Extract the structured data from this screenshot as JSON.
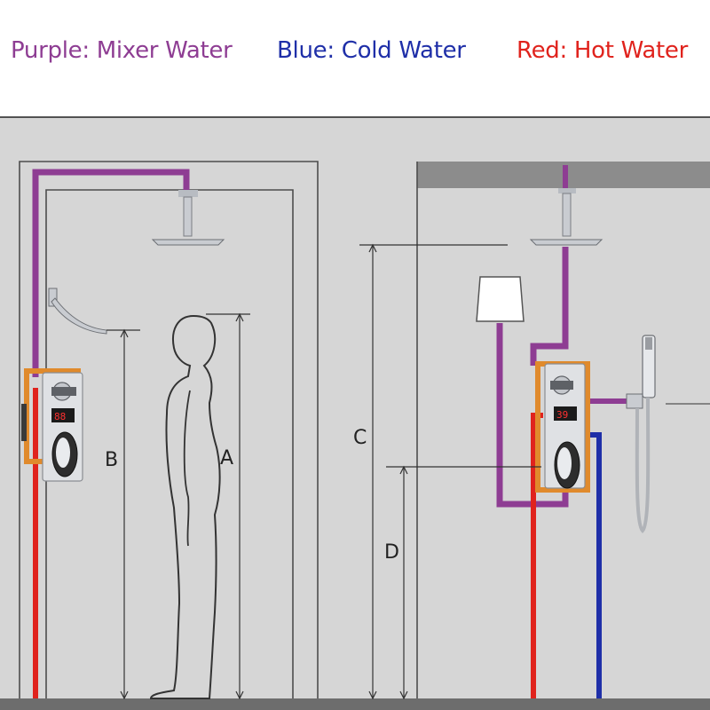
{
  "legend": {
    "mixer": {
      "label": "Purple: Mixer Water",
      "color": "#8e3d93"
    },
    "cold": {
      "label": "Blue: Cold Water",
      "color": "#1f2fa8"
    },
    "hot": {
      "label": "Red: Hot Water",
      "color": "#e0231d"
    }
  },
  "dimensions": {
    "a": "A",
    "b": "B",
    "c": "C",
    "d": "D"
  },
  "display_readings": {
    "left_panel": "88",
    "right_panel": "39"
  },
  "colors": {
    "wall": "#d6d6d6",
    "floor": "#6d6d6d",
    "ceiling_band": "#8c8c8c",
    "outline": "#4d4d4d",
    "chrome": "#c9ccd1",
    "bracket": "#e08a2c"
  }
}
